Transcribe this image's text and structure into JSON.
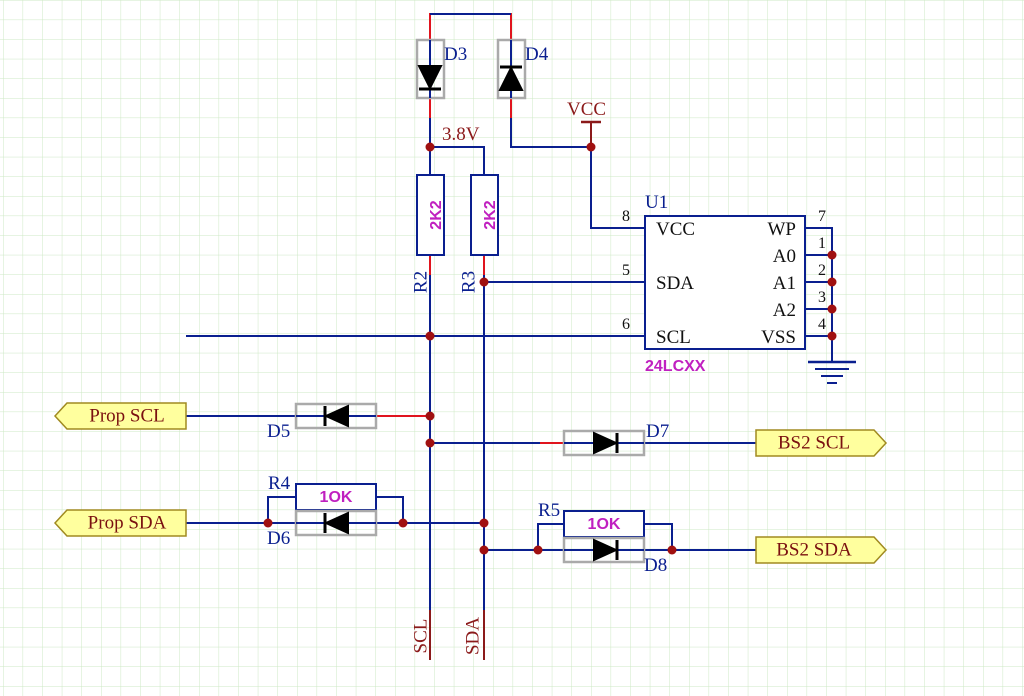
{
  "components": {
    "d3": "D3",
    "d4": "D4",
    "d5": "D5",
    "d6": "D6",
    "d7": "D7",
    "d8": "D8",
    "r2": {
      "ref": "R2",
      "value": "2K2"
    },
    "r3": {
      "ref": "R3",
      "value": "2K2"
    },
    "r4": {
      "ref": "R4",
      "value": "1OK"
    },
    "r5": {
      "ref": "R5",
      "value": "1OK"
    }
  },
  "nets": {
    "vcc": "VCC",
    "voltage": "3.8V",
    "scl": "SCL",
    "sda": "SDA"
  },
  "ports": {
    "prop_scl": "Prop SCL",
    "prop_sda": "Prop SDA",
    "bs2_scl": "BS2 SCL",
    "bs2_sda": "BS2 SDA"
  },
  "ic": {
    "ref": "U1",
    "part": "24LCXX",
    "pins": {
      "vcc": {
        "name": "VCC",
        "number": "8"
      },
      "sda": {
        "name": "SDA",
        "number": "5"
      },
      "scl": {
        "name": "SCL",
        "number": "6"
      },
      "wp": {
        "name": "WP",
        "number": "7"
      },
      "a0": {
        "name": "A0",
        "number": "1"
      },
      "a1": {
        "name": "A1",
        "number": "2"
      },
      "a2": {
        "name": "A2",
        "number": "3"
      },
      "vss": {
        "name": "VSS",
        "number": "4"
      }
    }
  },
  "colors": {
    "wire": "#0a1f8f",
    "node": "#a01010",
    "port_fill": "#ffff9e",
    "grid": "#cde8c4",
    "value_text": "#c020c0"
  }
}
